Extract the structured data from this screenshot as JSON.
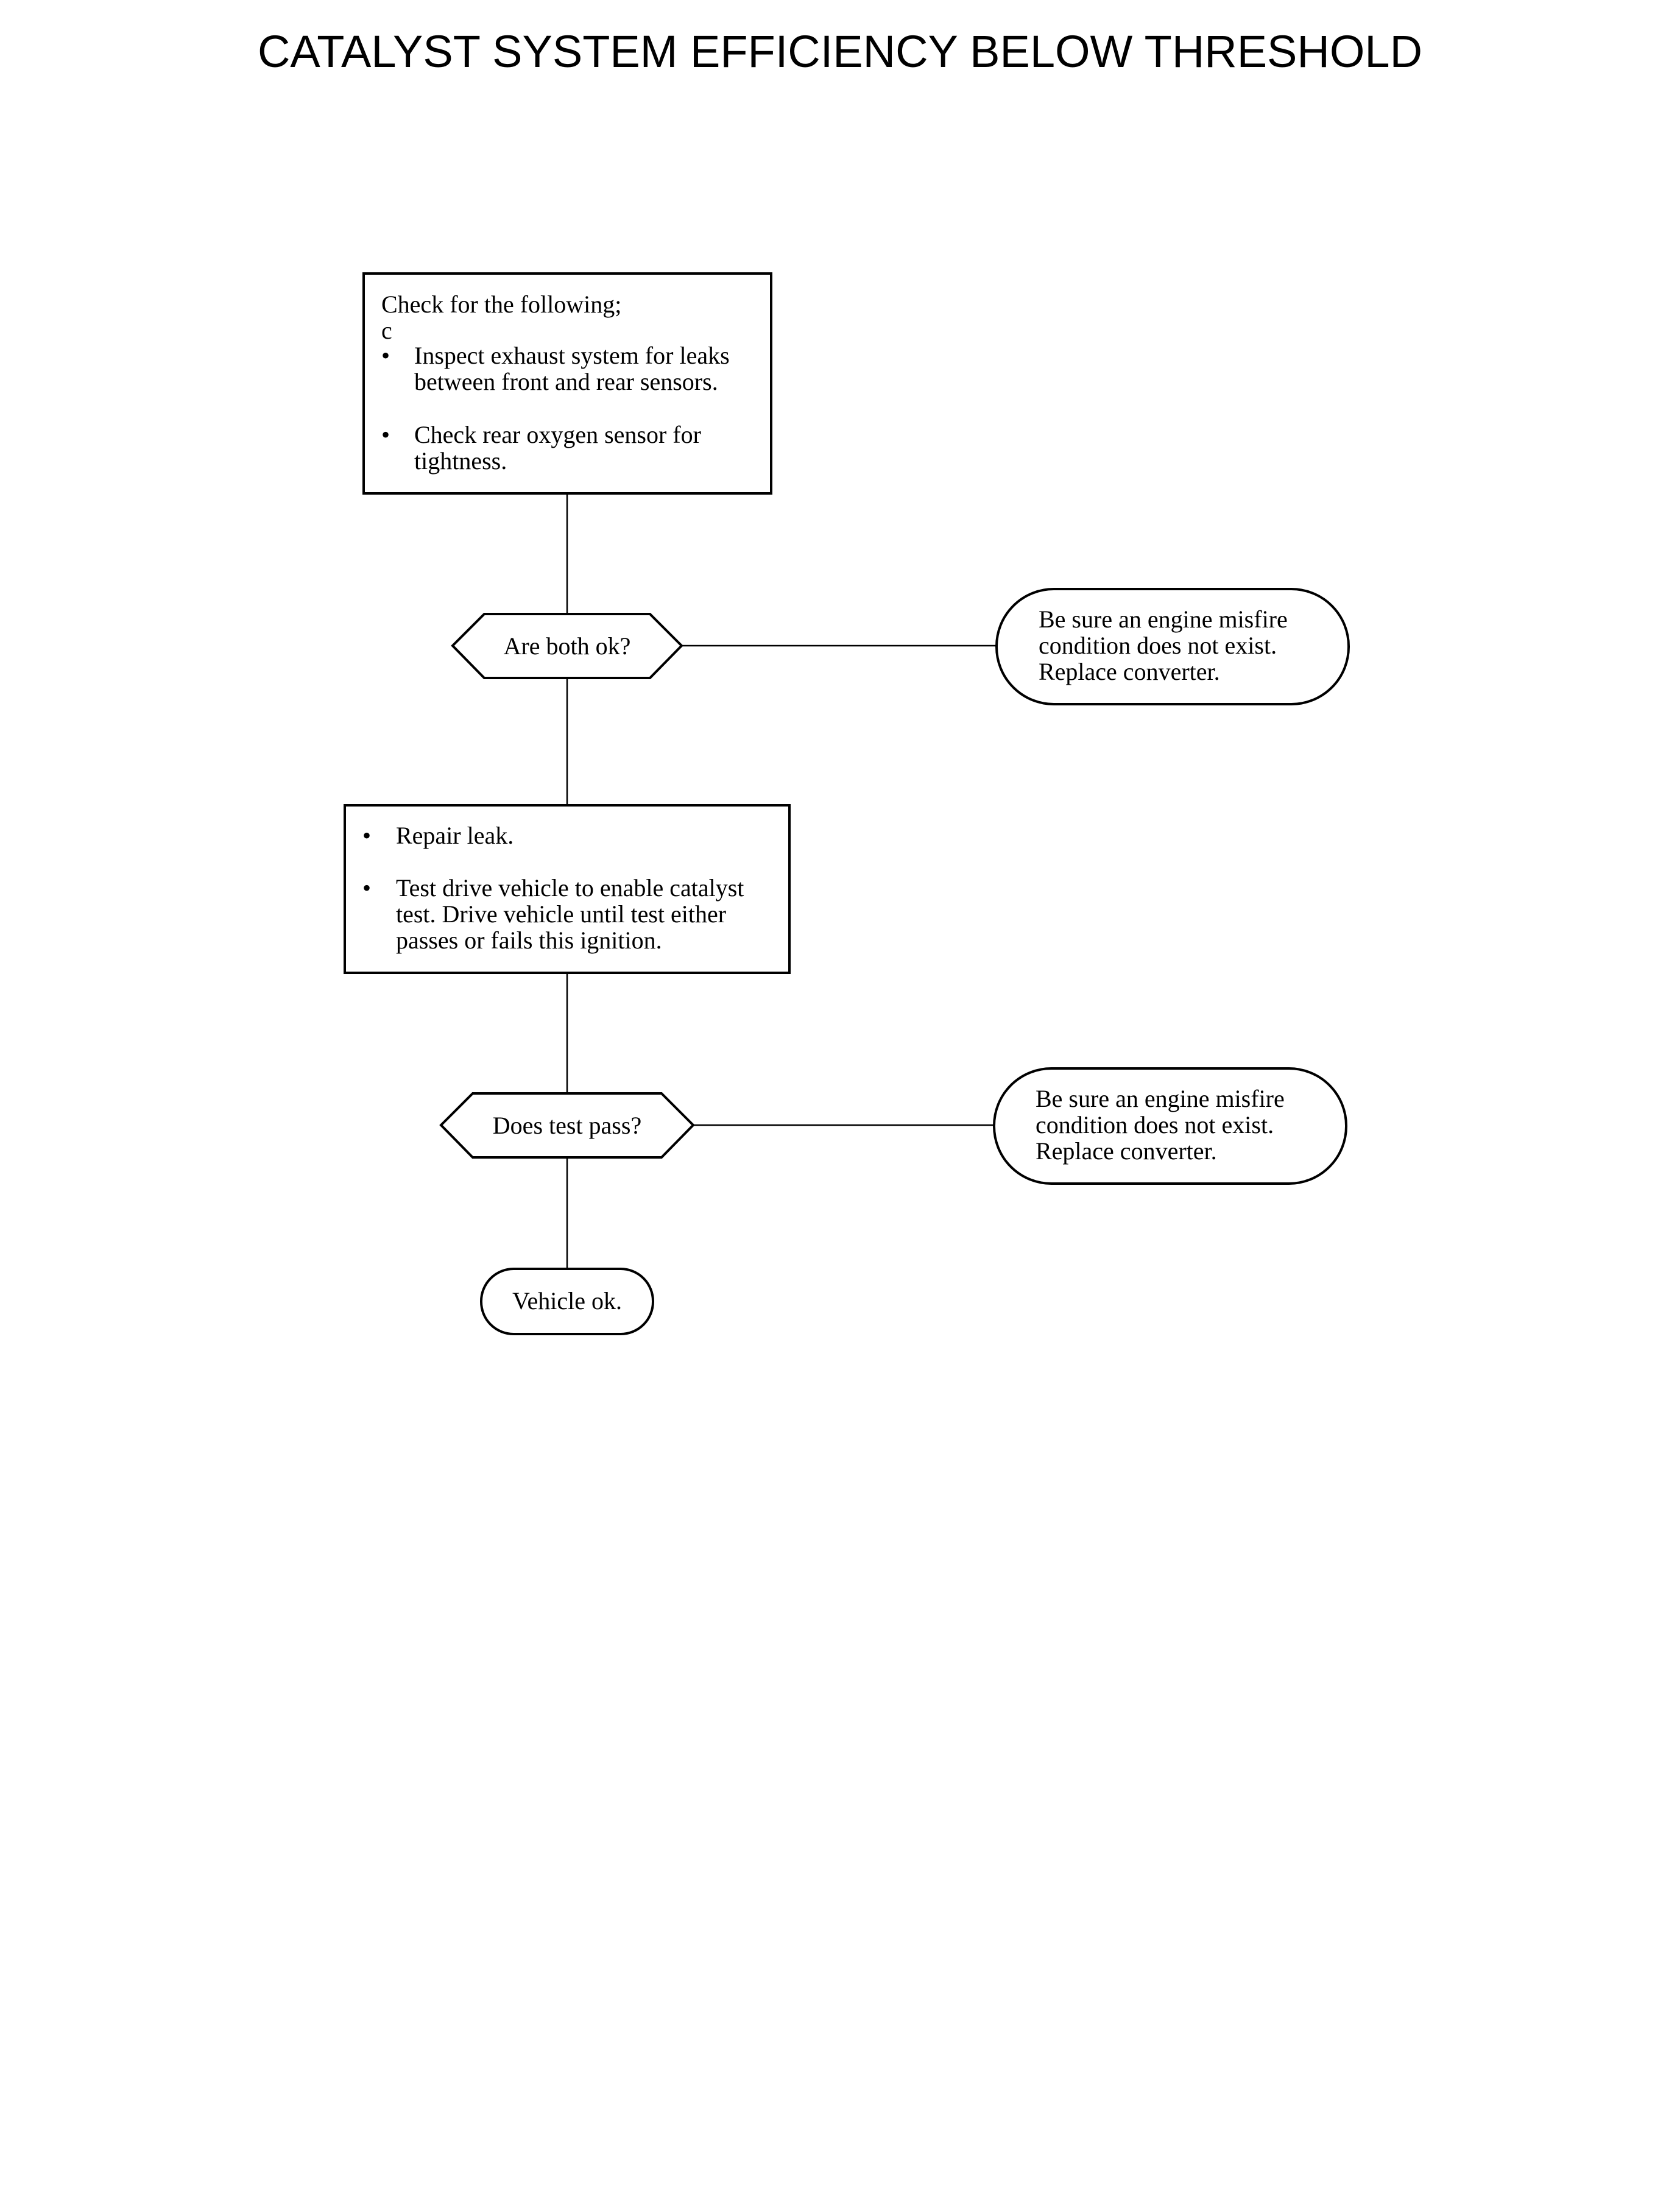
{
  "title": "CATALYST SYSTEM EFFICIENCY BELOW THRESHOLD",
  "step1": {
    "heading": "Check for the following;",
    "marker": "c",
    "bullet1": [
      "Inspect exhaust system for leaks",
      "between front and rear sensors."
    ],
    "bullet2": [
      "Check rear oxygen sensor for",
      "tightness."
    ]
  },
  "decision1": {
    "question": "Are both ok?"
  },
  "result1": [
    "Be sure an engine misfire",
    "condition does not exist.",
    "Replace converter."
  ],
  "step2": {
    "bullet1": [
      "Repair leak."
    ],
    "bullet2": [
      "Test drive vehicle to enable catalyst",
      "test. Drive vehicle until test either",
      "passes or fails this ignition."
    ]
  },
  "decision2": {
    "question": "Does test pass?"
  },
  "result2": [
    "Be sure an engine misfire",
    "condition does not exist.",
    "Replace converter."
  ],
  "end": {
    "label": "Vehicle ok."
  }
}
